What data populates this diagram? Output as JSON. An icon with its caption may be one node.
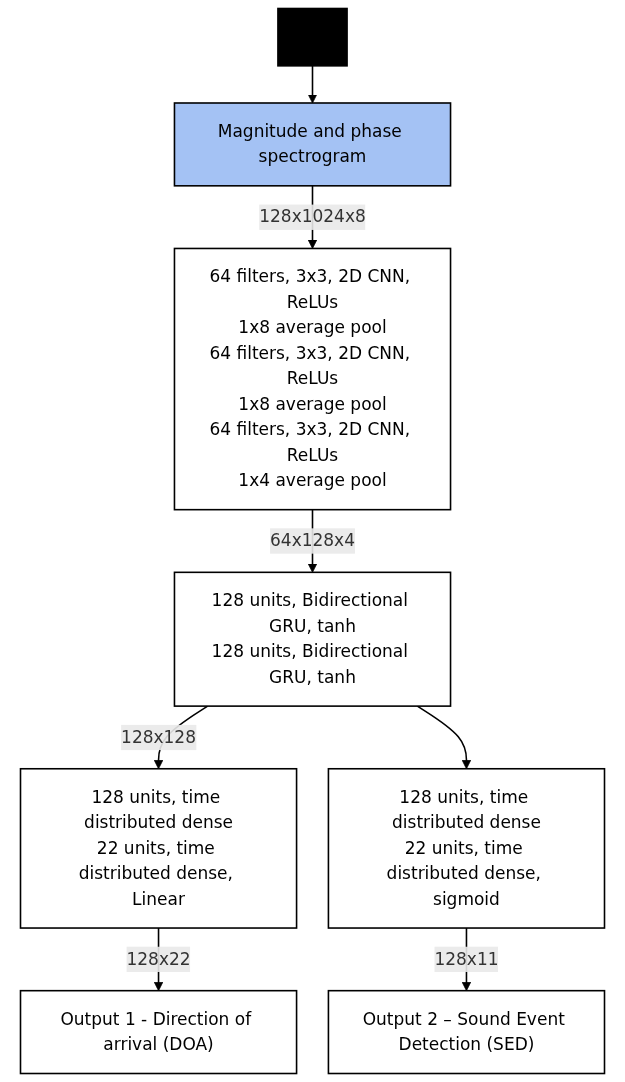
{
  "diagram": {
    "nodes": [
      {
        "text": [],
        "shape": "picture"
      },
      {
        "text": [
          "Magnitude and phase spectrogram"
        ]
      },
      {
        "text": [
          "64 filters, 3x3, 2D CNN, ReLUs",
          "1x8 average pool",
          "64 filters, 3x3, 2D CNN, ReLUs",
          "1x8 average pool",
          "64 filters, 3x3, 2D CNN, ReLUs",
          "1x4 average pool"
        ]
      },
      {
        "text": [
          "128 units, Bidirectional GRU, tanh",
          "128 units, Bidirectional GRU, tanh"
        ]
      },
      {
        "text": [
          "128 units, time distributed dense",
          "22 units, time distributed dense, Linear"
        ]
      },
      {
        "text": [
          "Output 1 - Direction of arrival (DOA)"
        ]
      },
      {
        "text": [
          "128 units, time distributed dense",
          "22 units, time distributed dense, sigmoid"
        ]
      },
      {
        "text": [
          "Output 2 – Sound Event Detection (SED)"
        ]
      }
    ],
    "edges": [
      {
        "from": 0,
        "to": 1,
        "arrow": "to"
      },
      {
        "from": 1,
        "to": 2,
        "arrow": "to",
        "label": "128x1024x8"
      },
      {
        "from": 2,
        "to": 3,
        "arrow": "to",
        "label": "64x128x4"
      },
      {
        "from": 3,
        "to": 4,
        "arrow": "to",
        "label": "128x128"
      },
      {
        "from": 4,
        "to": 5,
        "arrow": "to",
        "label": "128x22"
      },
      {
        "from": 3,
        "to": 6,
        "arrow": "to"
      },
      {
        "from": 6,
        "to": 7,
        "arrow": "to",
        "label": "128x11"
      }
    ]
  }
}
